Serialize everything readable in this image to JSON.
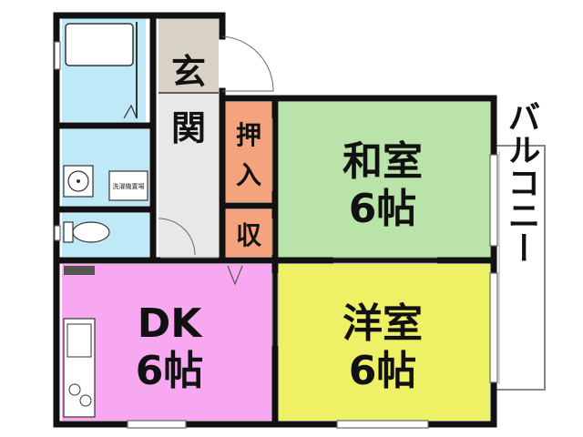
{
  "colors": {
    "wall": "#111111",
    "bath": "#bfe9f6",
    "genkan": "#d8d2c6",
    "corridor": "#e8e8e8",
    "storage": "#f5a37c",
    "washitsu": "#b9e3a8",
    "dk": "#f7a8f0",
    "youshitsu": "#eef066",
    "balcony": "#ffffff"
  },
  "rooms": {
    "genkan": {
      "line1": "玄",
      "line2": "関"
    },
    "oshiire": {
      "line1": "押",
      "line2": "入"
    },
    "shuno": {
      "label": "収"
    },
    "washitsu": {
      "name": "和室",
      "size": "6帖"
    },
    "dk": {
      "name": "DK",
      "size": "6帖"
    },
    "youshitsu": {
      "name": "洋室",
      "size": "6帖"
    },
    "balcony": {
      "label": "バルコニー"
    },
    "washer": {
      "label": "洗濯機置場"
    }
  }
}
